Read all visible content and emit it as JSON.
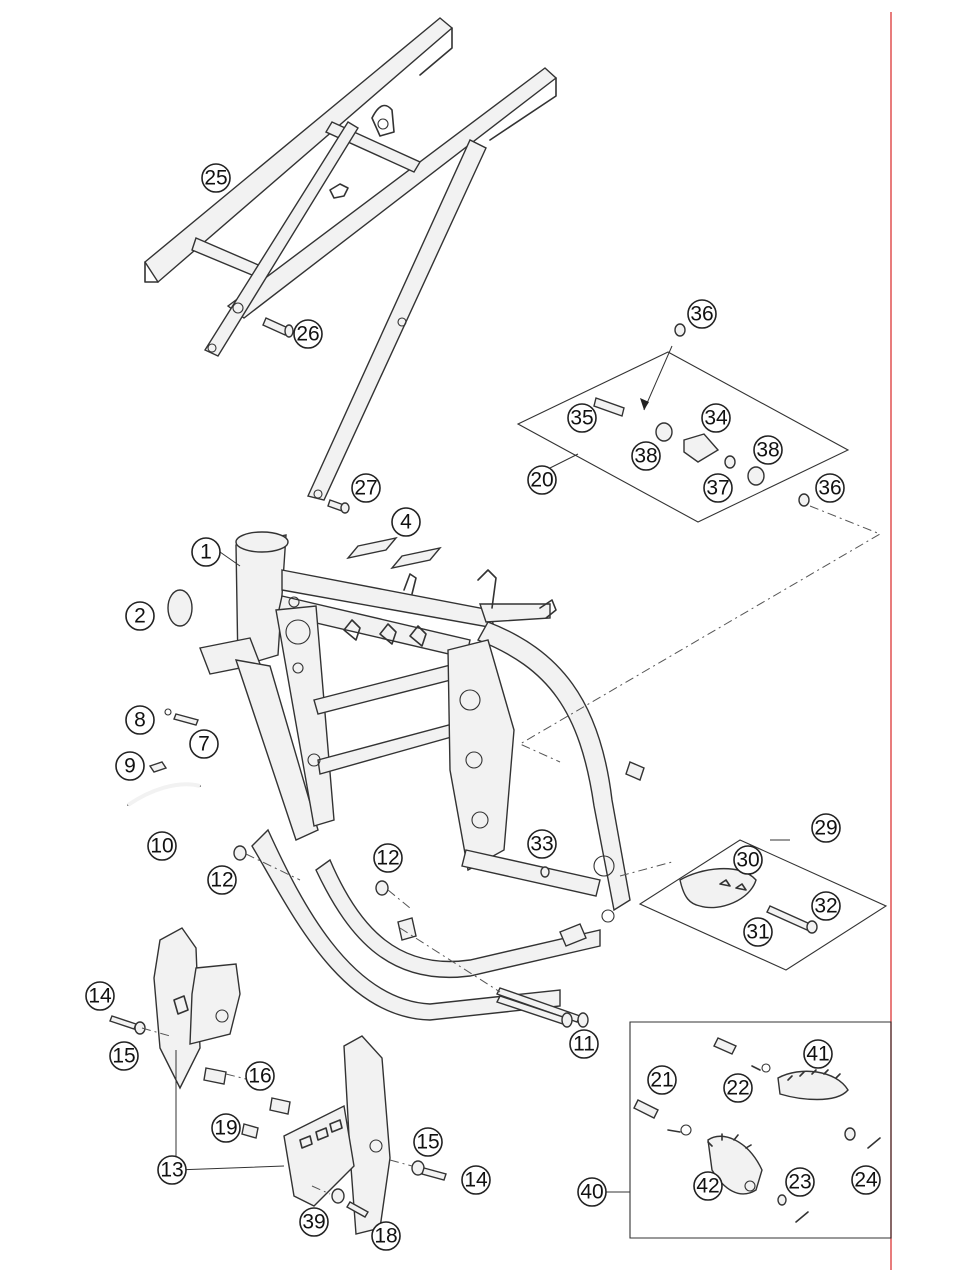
{
  "callouts": {
    "c1": "1",
    "c2": "2",
    "c4": "4",
    "c7": "7",
    "c8": "8",
    "c9": "9",
    "c10": "10",
    "c11": "11",
    "c12a": "12",
    "c12b": "12",
    "c13": "13",
    "c14a": "14",
    "c14b": "14",
    "c15a": "15",
    "c15b": "15",
    "c16": "16",
    "c18": "18",
    "c19": "19",
    "c20": "20",
    "c21": "21",
    "c22": "22",
    "c23": "23",
    "c24": "24",
    "c25": "25",
    "c26": "26",
    "c27": "27",
    "c29": "29",
    "c30": "30",
    "c31": "31",
    "c32": "32",
    "c33": "33",
    "c34": "34",
    "c35": "35",
    "c36a": "36",
    "c36b": "36",
    "c37": "37",
    "c38a": "38",
    "c38b": "38",
    "c39": "39",
    "c40": "40",
    "c41": "41",
    "c42": "42"
  },
  "colors": {
    "line": "#333333",
    "margin_line": "#e05050",
    "background": "#ffffff"
  }
}
